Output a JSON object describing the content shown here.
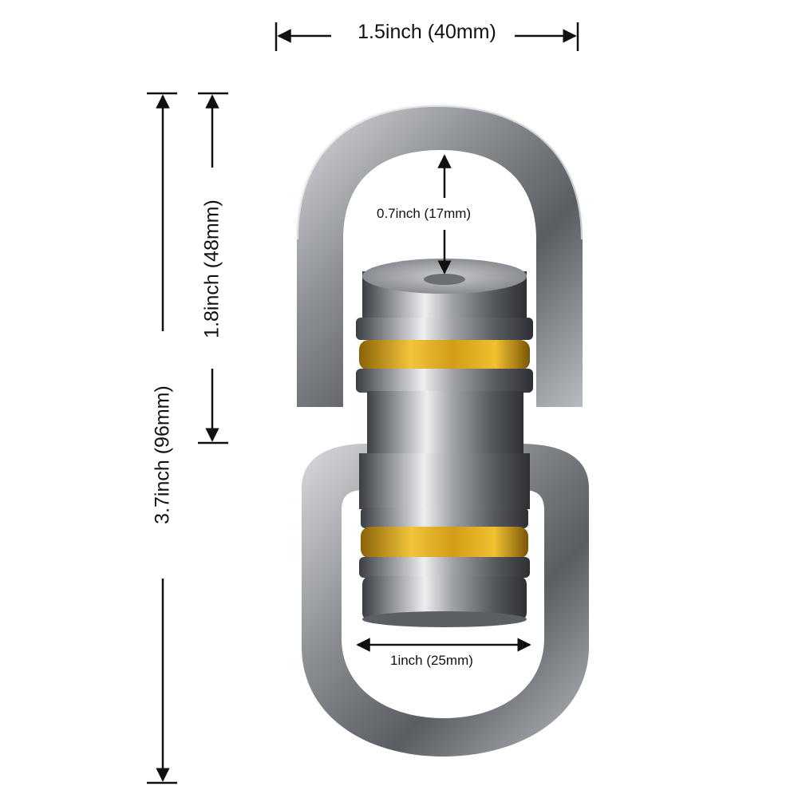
{
  "product": {
    "name": "swivel-hook",
    "colors": {
      "steel": "#8a8d91",
      "steel_dark": "#3a3d42",
      "steel_light": "#e6e8ea",
      "bearing_gold": "#d9a21a",
      "dimension_line": "#111111"
    }
  },
  "dimensions": {
    "overall_width": "1.5inch (40mm)",
    "overall_height": "3.7inch (96mm)",
    "upper_eye_height": "1.8inch (48mm)",
    "upper_eye_inner": "0.7inch (17mm)",
    "lower_eye_inner_width": "1inch (25mm)"
  }
}
